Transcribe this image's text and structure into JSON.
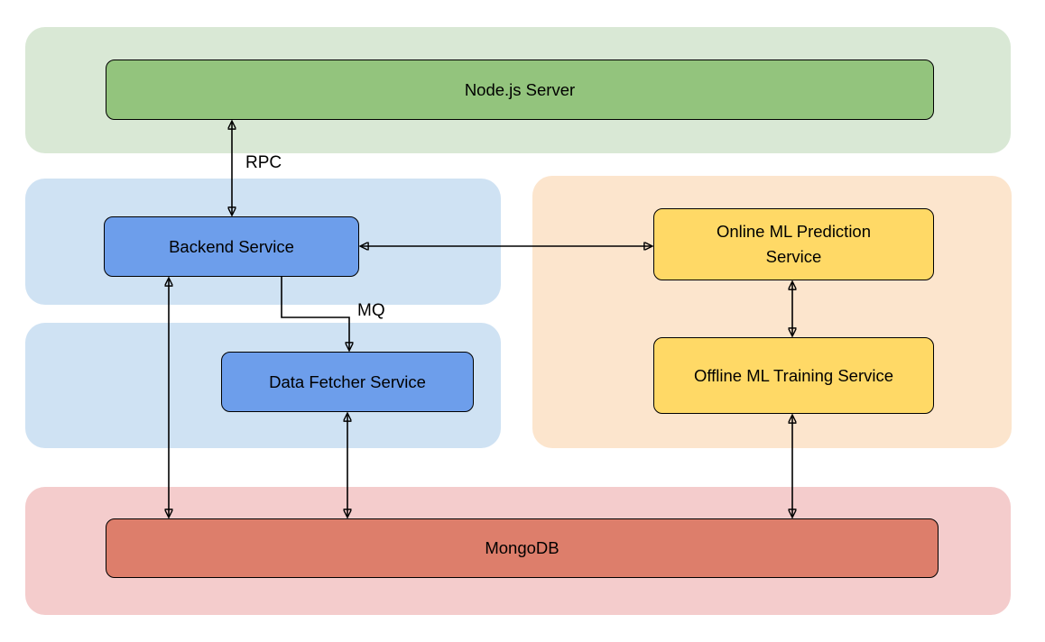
{
  "diagram": {
    "nodes": {
      "node_server": {
        "label": "Node.js Server"
      },
      "backend": {
        "label": "Backend Service"
      },
      "data_fetcher": {
        "label": "Data Fetcher Service"
      },
      "online_ml": {
        "label": "Online ML Prediction Service"
      },
      "offline_ml": {
        "label": "Offline ML Training Service"
      },
      "mongodb": {
        "label": "MongoDB"
      }
    },
    "edge_labels": {
      "rpc": "RPC",
      "mq": "MQ"
    },
    "colors": {
      "zone_green": "#d9e8d5",
      "zone_blue": "#cfe2f3",
      "zone_orange": "#fce5cd",
      "zone_red": "#f4cccc",
      "box_green": "#93c47d",
      "box_blue": "#6d9eeb",
      "box_yellow": "#ffd966",
      "box_red": "#dd7e6b",
      "border": "#000000",
      "arrow": "#000000",
      "background": "#ffffff"
    }
  }
}
